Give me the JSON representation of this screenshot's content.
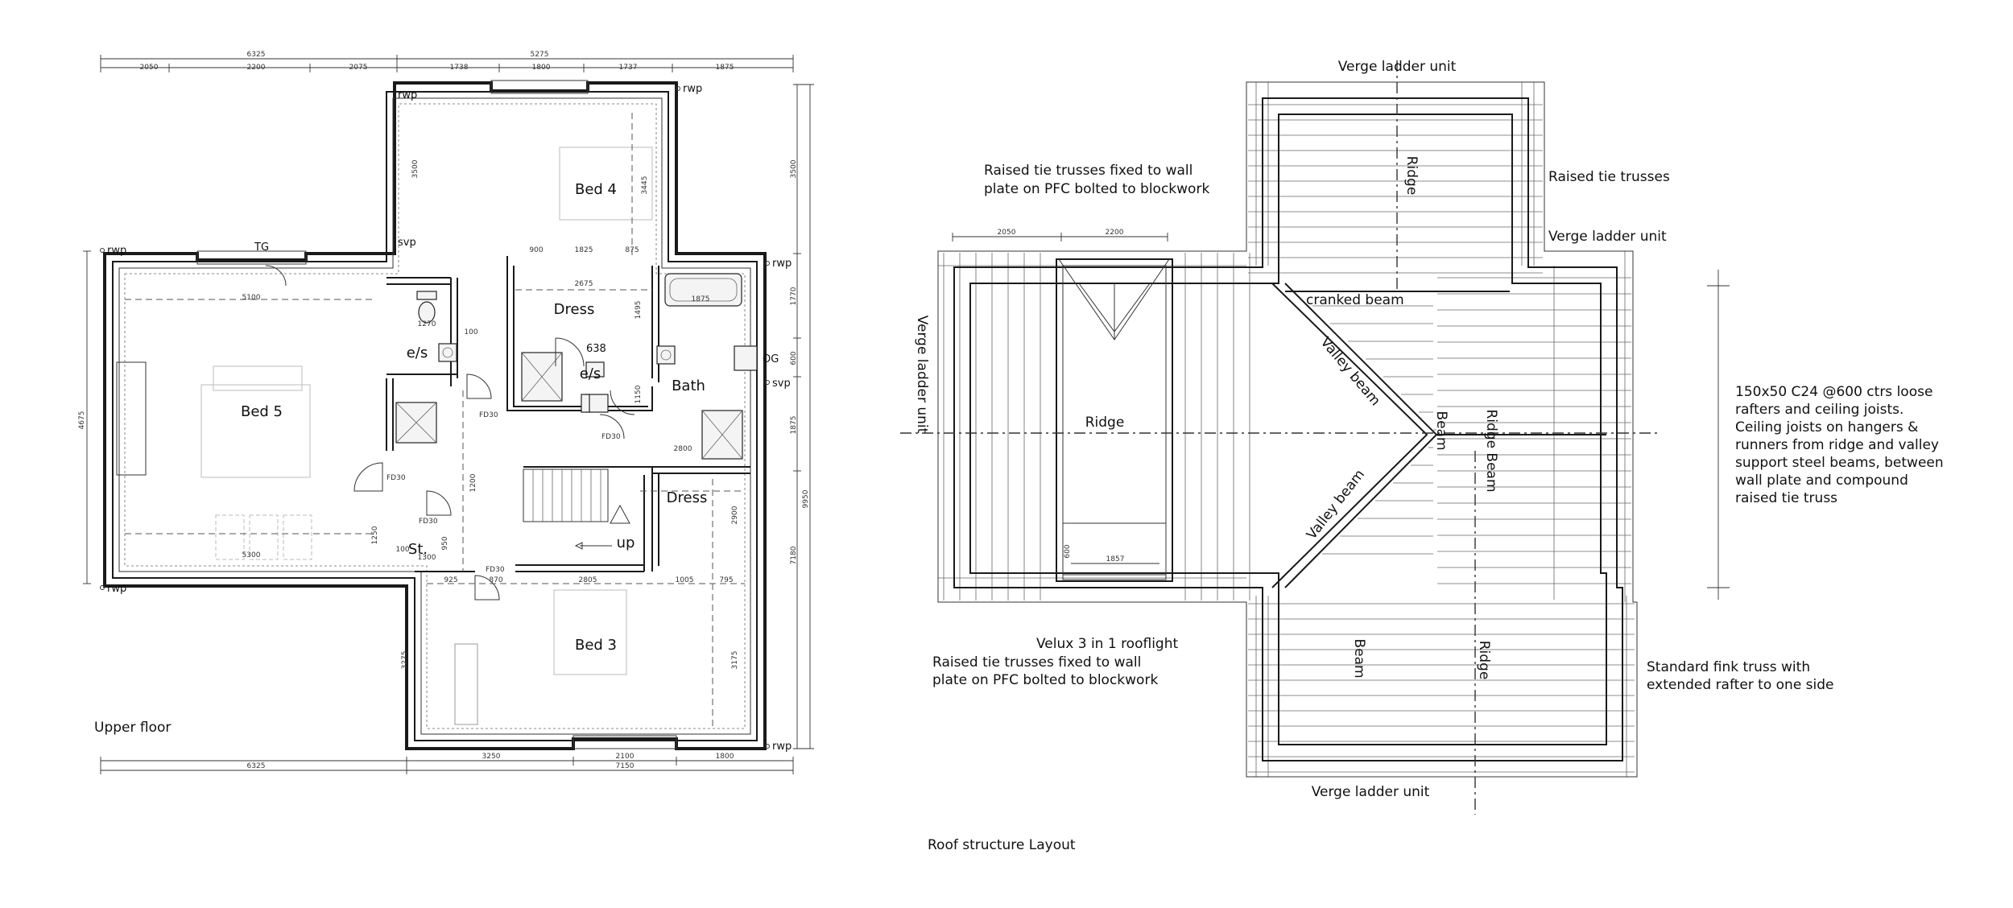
{
  "upper_floor": {
    "caption": "Upper floor",
    "rooms": {
      "bed4": "Bed 4",
      "bed5": "Bed 5",
      "bed3": "Bed 3",
      "dress1": "Dress",
      "dress2": "Dress",
      "es1": "e/s",
      "es2": "e/s",
      "bath": "Bath",
      "st": "St.",
      "up": "up"
    },
    "tags": {
      "rwp": "rwp",
      "svp": "svp",
      "tg": "TG",
      "og": "OG",
      "fd30": "FD30",
      "n638": "638"
    },
    "dims": {
      "top_total_left": "6325",
      "top_total_right": "5275",
      "top_seg1": "2050",
      "top_seg2": "2200",
      "top_seg3": "2075",
      "top_seg4": "1738",
      "top_seg5": "1800",
      "top_seg6": "1737",
      "top_seg7": "1875",
      "bot_total_left": "6325",
      "bot_total_right": "7150",
      "bot_seg1": "3250",
      "bot_seg2": "2100",
      "bot_seg3": "1800",
      "left_total": "4675",
      "right_total": "9950",
      "right_seg1": "3500",
      "right_seg2": "1770",
      "right_seg3": "600",
      "right_seg4": "1875",
      "right_seg5": "7180",
      "bed4_h": "3500",
      "bed4_w": "3445",
      "bed3_h": "3275",
      "bed3_w": "3175",
      "b5_w": "5100",
      "b5_w2": "5300",
      "mid1": "900",
      "mid2": "1825",
      "mid3": "875",
      "mid4": "2675",
      "mid5": "1495",
      "mid6": "1150",
      "mid7": "1270",
      "mid8": "100",
      "mid9": "1875",
      "mid10": "2800",
      "mid11": "2900",
      "mid12": "100",
      "mid13": "1300",
      "mid14": "1250",
      "mid15": "950",
      "mid16": "870",
      "mid17": "2805",
      "mid18": "1005",
      "mid19": "795",
      "mid20": "925",
      "mid21": "1200"
    }
  },
  "roof": {
    "caption": "Roof structure Layout",
    "labels": {
      "verge_top": "Verge ladder unit",
      "verge_right": "Verge ladder unit",
      "verge_left": "Verge ladder unit",
      "verge_bottom": "Verge ladder unit",
      "ridge_top": "Ridge",
      "ridge_left": "Ridge",
      "ridge_beam": "Ridge Beam",
      "ridge_bottom": "Ridge",
      "raised_tie": "Raised tie trusses",
      "raised_fixed_top_1": "Raised tie trusses fixed to wall",
      "raised_fixed_top_2": "plate on  PFC bolted to blockwork",
      "raised_fixed_bot_1": "Raised tie trusses fixed to wall",
      "raised_fixed_bot_2": "plate on  PFC bolted to blockwork",
      "cranked": "cranked beam",
      "valley1": "Valley beam",
      "valley2": "Valley beam",
      "beam1": "Beam",
      "beam2": "Beam",
      "velux": "Velux 3 in 1 rooflight",
      "fink_1": "Standard fink truss with",
      "fink_2": "extended rafter to one side",
      "spec_1": "150x50 C24 @600 ctrs loose",
      "spec_2": "rafters and ceiling joists.",
      "spec_3": "Ceiling joists on hangers &",
      "spec_4": "runners from ridge and valley",
      "spec_5": "support steel beams, between",
      "spec_6": "wall plate and compound",
      "spec_7": "raised tie truss",
      "dim1": "2050",
      "dim2": "2200",
      "dim3": "1857",
      "dim4": "600"
    }
  }
}
